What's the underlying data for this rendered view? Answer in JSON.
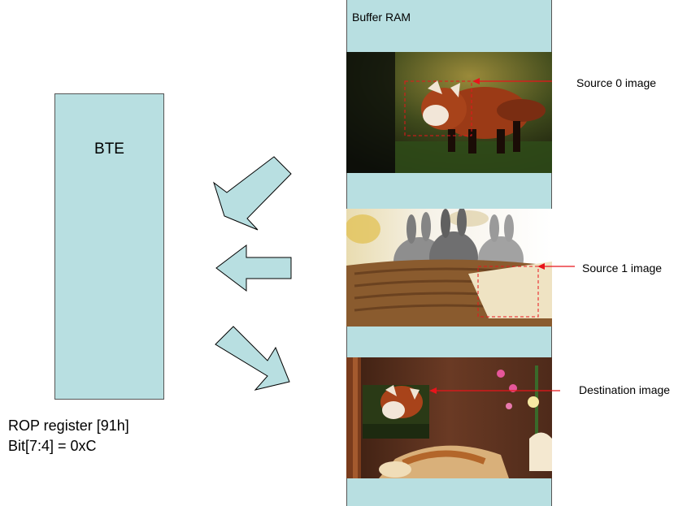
{
  "bte": {
    "label": "BTE"
  },
  "rop": {
    "line1": "ROP register [91h]",
    "line2": "Bit[7:4] = 0xC"
  },
  "buffer": {
    "title": "Buffer RAM"
  },
  "callouts": {
    "source0": "Source 0 image",
    "source1": "Source 1 image",
    "destination": "Destination image"
  },
  "colors": {
    "box_fill": "#b8dfe1",
    "callout_red": "#e8141b",
    "arrow_fill": "#b8dfe1"
  }
}
